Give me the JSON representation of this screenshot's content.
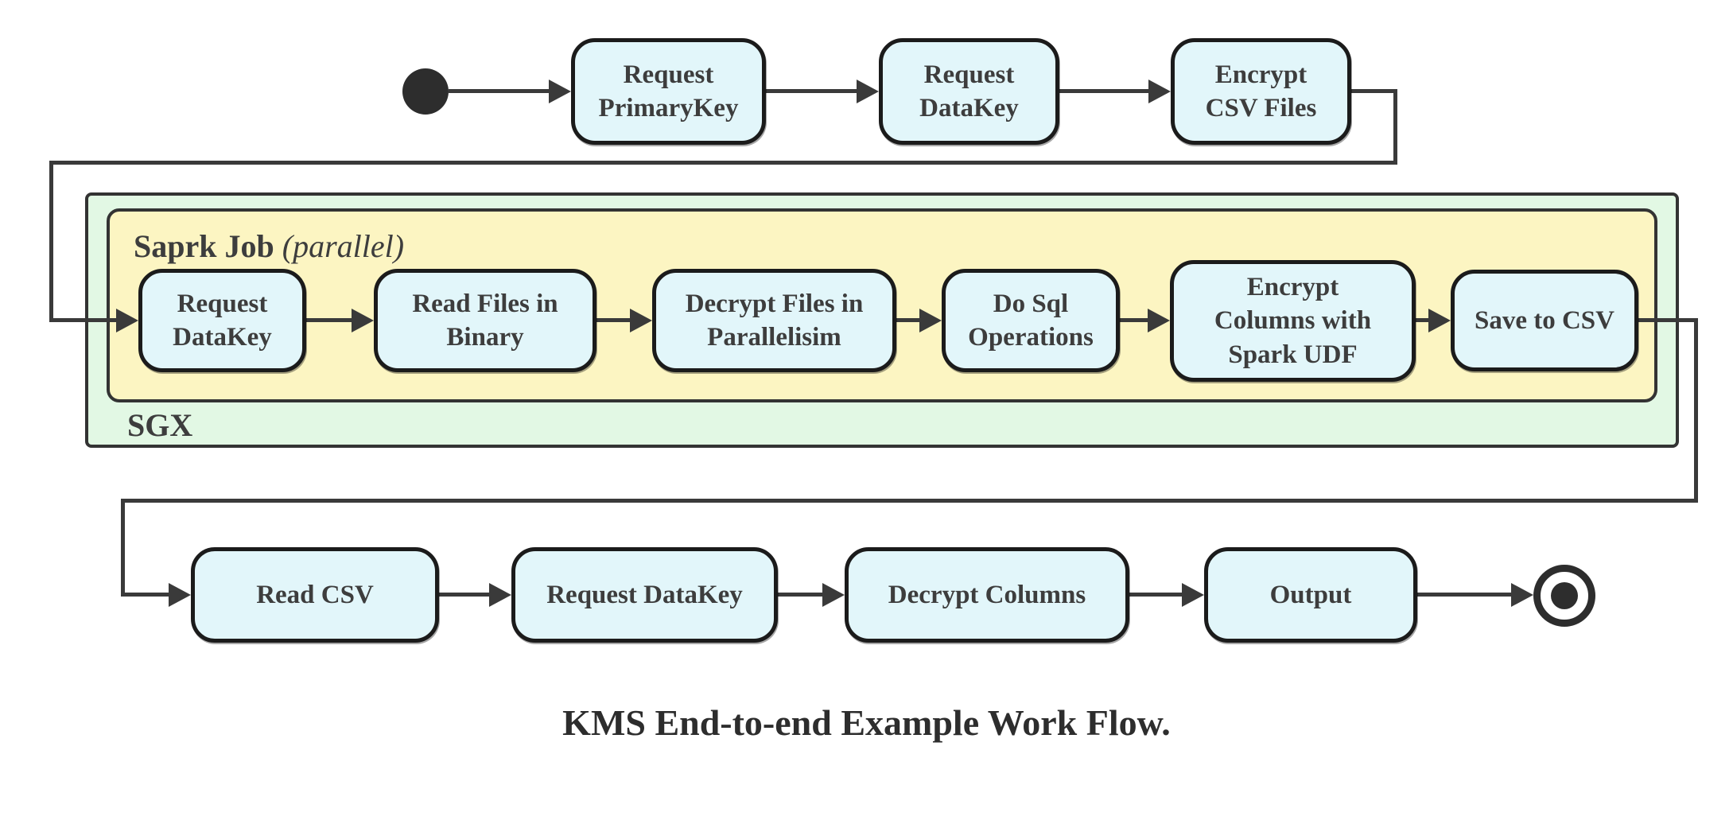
{
  "diagram": {
    "caption": "KMS End-to-end Example Work Flow.",
    "colors": {
      "node_fill": "#e2f6fa",
      "node_border": "#1b1b1b",
      "node_text": "#3d3d3d",
      "edge_color": "#3a3a3a",
      "sgx_fill": "#e2f8e4",
      "spark_fill": "#fcf5c2",
      "container_border": "#333333",
      "start_end": "#2d2d2d"
    },
    "top_row": {
      "nodes": [
        {
          "label": "Request\nPrimaryKey"
        },
        {
          "label": "Request\nDataKey"
        },
        {
          "label": "Encrypt\nCSV Files"
        }
      ]
    },
    "sgx_group": {
      "label": "SGX",
      "spark_group": {
        "label_bold": "Saprk Job",
        "label_italic": "(parallel)",
        "nodes": [
          {
            "label": "Request\nDataKey"
          },
          {
            "label": "Read Files in\nBinary"
          },
          {
            "label": "Decrypt Files in\nParallelisim"
          },
          {
            "label": "Do Sql\nOperations"
          },
          {
            "label": "Encrypt\nColumns with\nSpark UDF"
          },
          {
            "label": "Save to CSV"
          }
        ]
      }
    },
    "bottom_row": {
      "nodes": [
        {
          "label": "Read CSV"
        },
        {
          "label": "Request DataKey"
        },
        {
          "label": "Decrypt Columns"
        },
        {
          "label": "Output"
        }
      ]
    }
  }
}
